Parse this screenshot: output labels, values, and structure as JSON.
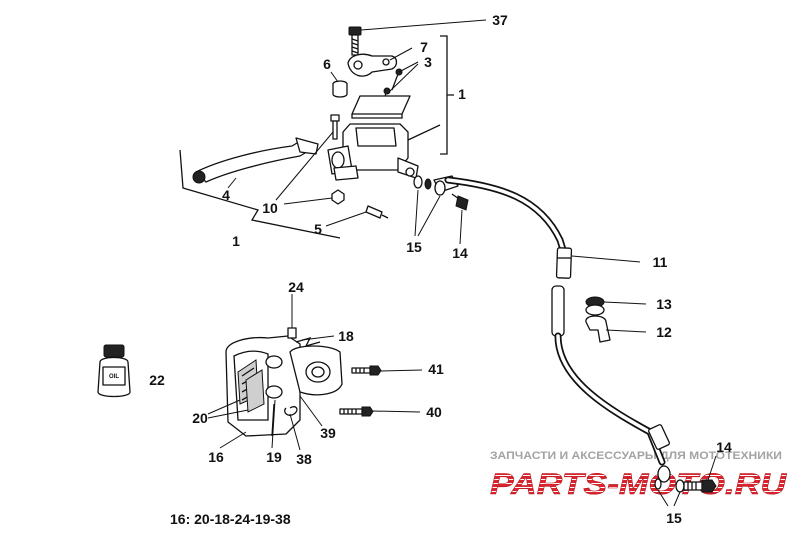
{
  "diagram": {
    "callouts": [
      {
        "id": "37",
        "label": "37"
      },
      {
        "id": "7",
        "label": "7"
      },
      {
        "id": "6",
        "label": "6"
      },
      {
        "id": "3",
        "label": "3"
      },
      {
        "id": "1-top",
        "label": "1"
      },
      {
        "id": "4",
        "label": "4"
      },
      {
        "id": "10",
        "label": "10"
      },
      {
        "id": "5",
        "label": "5"
      },
      {
        "id": "1-bottom",
        "label": "1"
      },
      {
        "id": "15-upper",
        "label": "15"
      },
      {
        "id": "14-upper",
        "label": "14"
      },
      {
        "id": "11",
        "label": "11"
      },
      {
        "id": "13",
        "label": "13"
      },
      {
        "id": "12",
        "label": "12"
      },
      {
        "id": "24",
        "label": "24"
      },
      {
        "id": "18",
        "label": "18"
      },
      {
        "id": "22",
        "label": "22"
      },
      {
        "id": "41",
        "label": "41"
      },
      {
        "id": "20",
        "label": "20"
      },
      {
        "id": "40",
        "label": "40"
      },
      {
        "id": "39",
        "label": "39"
      },
      {
        "id": "16",
        "label": "16"
      },
      {
        "id": "19",
        "label": "19"
      },
      {
        "id": "38",
        "label": "38"
      },
      {
        "id": "14-lower",
        "label": "14"
      },
      {
        "id": "15-lower",
        "label": "15"
      }
    ],
    "kit_note": "16: 20-18-24-19-38",
    "bottle_label": "OIL"
  },
  "watermark": {
    "caption": "ЗАПЧАСТИ И АКСЕССУАРЫ ДЛЯ МОТОТЕХНИКИ",
    "logo_text": "PARTS-MOTO.RU",
    "caption_color": "#a3a3a3",
    "logo_color": "#d9232d"
  }
}
